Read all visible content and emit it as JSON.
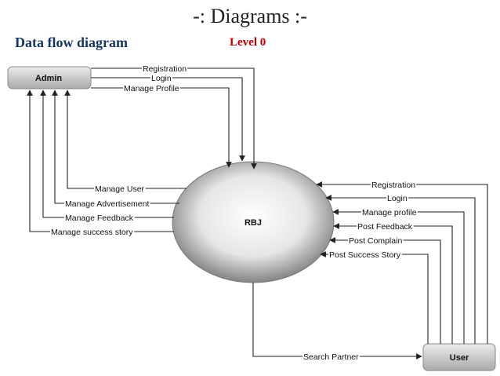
{
  "title": "-: Diagrams :-",
  "heading": "Data flow diagram",
  "level": "Level 0",
  "entities": {
    "admin": "Admin",
    "process": "RBJ",
    "user": "User"
  },
  "admin_to_rbj": [
    "Registration",
    "Login",
    "Manage Profile"
  ],
  "rbj_to_admin": [
    "Manage User",
    "Manage Advertisement",
    "Manage Feedback",
    "Manage success story"
  ],
  "user_to_rbj": [
    "Registration",
    "Login",
    "Manage profile",
    "Post Feedback",
    "Post Complain",
    "Post Success Story"
  ],
  "rbj_to_user": [
    "Search Partner"
  ],
  "colors": {
    "heading": "#17365d",
    "level": "#c00000",
    "entity_fill": "#c8c8c8",
    "process_center": "#ffffff",
    "process_edge": "#6e6e6e"
  }
}
